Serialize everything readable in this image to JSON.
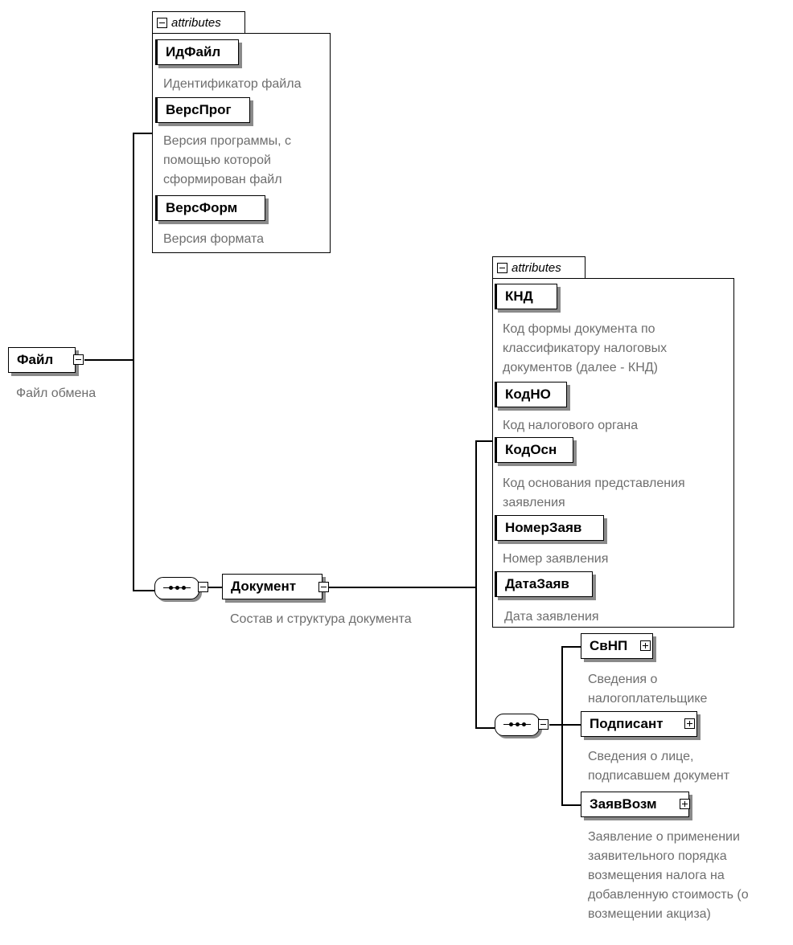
{
  "root": {
    "name": "Файл",
    "description": "Файл обмена",
    "attributes_title": "attributes",
    "attributes": [
      {
        "name": "ИдФайл",
        "description": [
          "Идентификатор файла"
        ]
      },
      {
        "name": "ВерсПрог",
        "description": [
          "Версия программы, с",
          "помощью которой",
          "сформирован файл"
        ]
      },
      {
        "name": "ВерсФорм",
        "description": [
          "Версия формата"
        ]
      }
    ]
  },
  "document": {
    "name": "Документ",
    "description": "Состав и структура документа",
    "attributes_title": "attributes",
    "attributes": [
      {
        "name": "КНД",
        "description": [
          "Код формы документа по",
          "классификатору налоговых",
          "документов (далее - КНД)"
        ]
      },
      {
        "name": "КодНО",
        "description": [
          "Код налогового органа"
        ]
      },
      {
        "name": "КодОсн",
        "description": [
          "Код основания представления",
          "заявления"
        ]
      },
      {
        "name": "НомерЗаяв",
        "description": [
          "Номер заявления"
        ]
      },
      {
        "name": "ДатаЗаяв",
        "description": [
          "Дата заявления"
        ]
      }
    ],
    "children": [
      {
        "name": "СвНП",
        "description": [
          "Сведения о",
          "налогоплательщике"
        ]
      },
      {
        "name": "Подписант",
        "description": [
          "Сведения о лице,",
          "подписавшем документ"
        ]
      },
      {
        "name": "ЗаявВозм",
        "description": [
          "Заявление о применении",
          "заявительного порядка",
          "возмещения налога на",
          "добавленную стоимость (о",
          "возмещении акциза)"
        ]
      }
    ]
  }
}
